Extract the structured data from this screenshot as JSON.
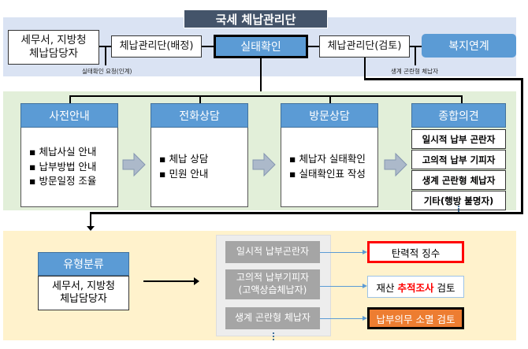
{
  "top": {
    "title": "국세 체납관리단",
    "office": [
      "세무서, 지방청",
      "체납담당자"
    ],
    "assign": "체납관리단(배정)",
    "check": "실태확인",
    "review": "체납관리단(검토)",
    "welfare": "복지연계",
    "label_request": "실태확인 요청(인계)",
    "label_hardship": "생계 곤란형 체납자"
  },
  "steps": [
    {
      "title": "사전안내",
      "items": [
        "체납사실 안내",
        "납부방법 안내",
        "방문일정 조율"
      ]
    },
    {
      "title": "전화상담",
      "items": [
        "체납 상담",
        "민원 안내"
      ]
    },
    {
      "title": "방문상담",
      "items": [
        "체납자 실태확인",
        "실태확인표 작성"
      ]
    }
  ],
  "opinion": {
    "title": "종합의견",
    "items": [
      "일시적 납부 곤란자",
      "고의적 납부 기피자",
      "생계 곤란형 체납자",
      "기타(행방 불명자)"
    ]
  },
  "classify": {
    "title": "유형분류",
    "body": [
      "세무서, 지방청",
      "체납담당자"
    ]
  },
  "types": [
    [
      "일시적 납부곤란자"
    ],
    [
      "고의적 납부기피자",
      "(고액상습체납자)"
    ],
    [
      "생계 곤란형 체납자"
    ]
  ],
  "outcomes": {
    "flexible": "탄력적 징수",
    "asset_pre": "재산 ",
    "asset_red": "추적조사",
    "asset_post": " 검토",
    "extinction": "납부의무 소멸 검토"
  },
  "colors": {
    "blue": "#5b9bd5",
    "dark": "#44546a",
    "green_bg": "#e2efd9",
    "blue_bg": "#dae3f3",
    "yellow_bg": "#fff2cc",
    "orange": "#ed7d31",
    "red": "#ff0000"
  }
}
